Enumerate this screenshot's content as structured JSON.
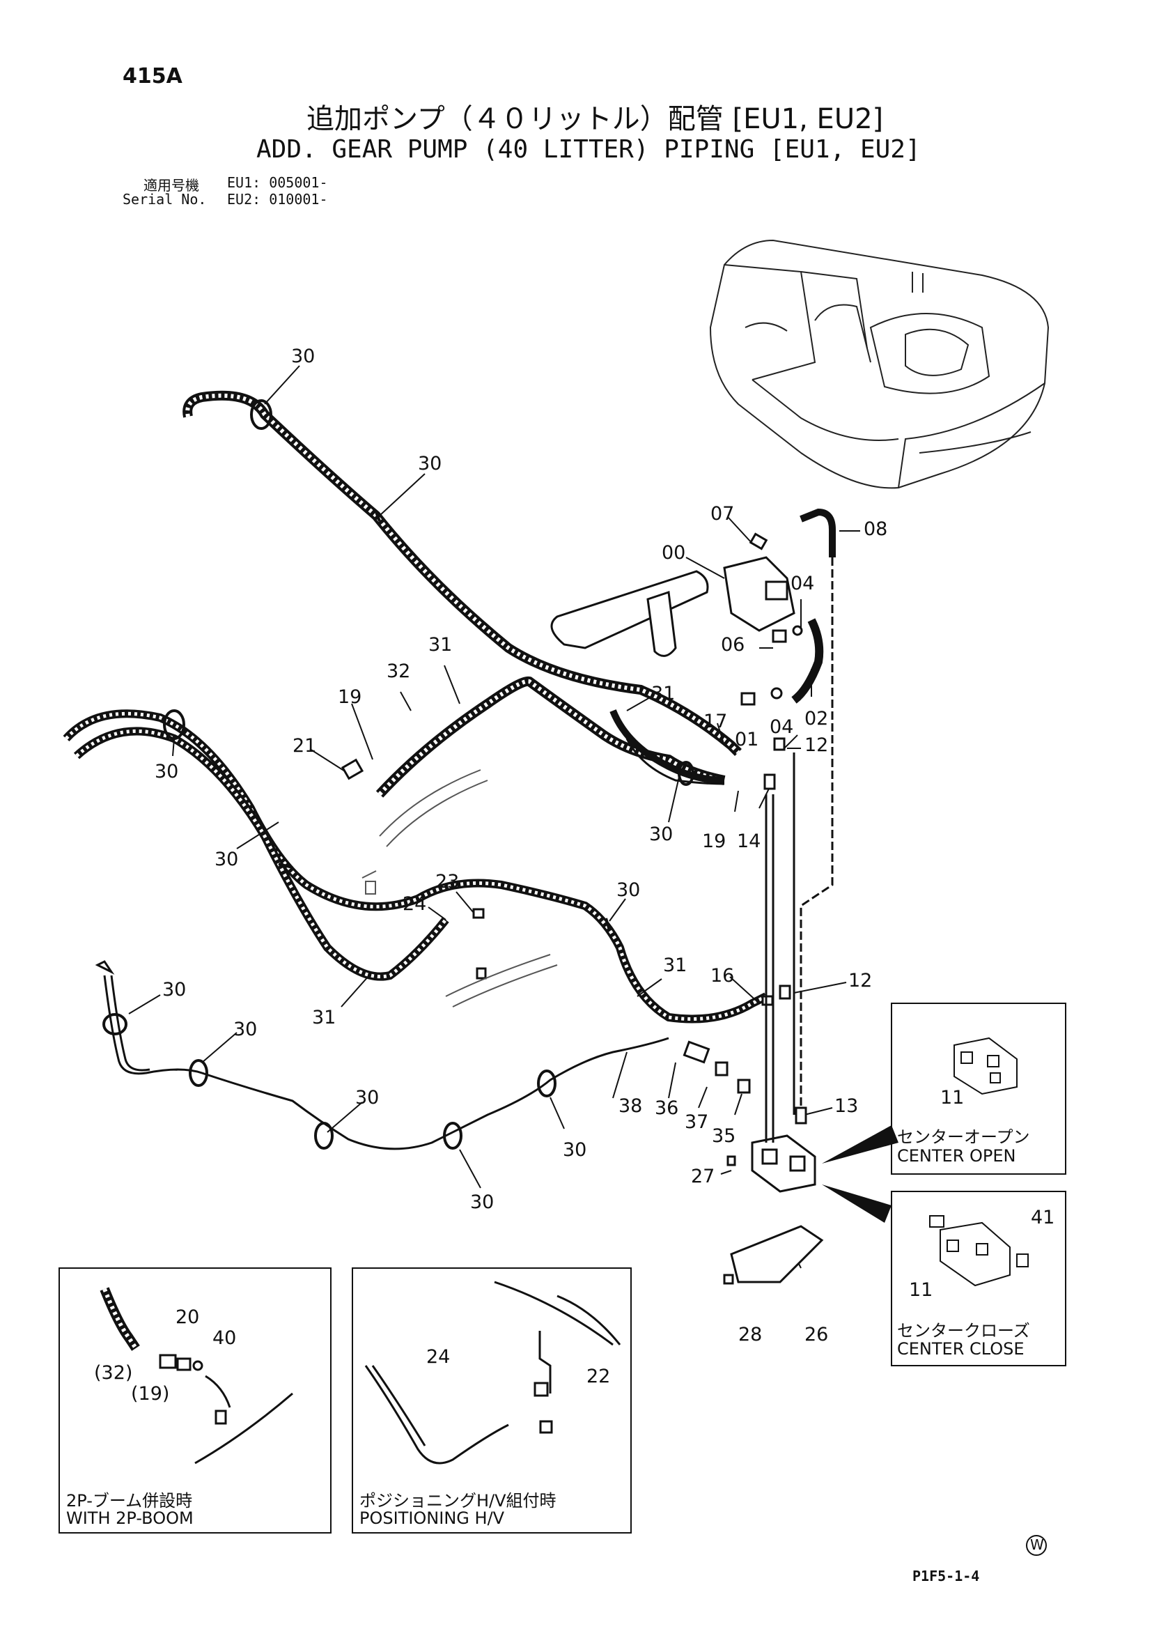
{
  "header": {
    "page_number": "415A",
    "title_ja": "追加ポンプ（４０リットル）配管 [EU1, EU2]",
    "title_en": "ADD. GEAR PUMP (40 LITTER) PIPING [EU1, EU2]",
    "serial_label_ja": "適用号機",
    "serial_label_en": "Serial No.",
    "serial_eu1": "EU1: 005001-",
    "serial_eu2": "EU2: 010001-"
  },
  "callouts": [
    {
      "id": "c1",
      "text": "30"
    },
    {
      "id": "c2",
      "text": "30"
    },
    {
      "id": "c3",
      "text": "07"
    },
    {
      "id": "c4",
      "text": "08"
    },
    {
      "id": "c5",
      "text": "00"
    },
    {
      "id": "c6",
      "text": "04"
    },
    {
      "id": "c7",
      "text": "06"
    },
    {
      "id": "c8",
      "text": "31"
    },
    {
      "id": "c9",
      "text": "32"
    },
    {
      "id": "c10",
      "text": "19"
    },
    {
      "id": "c11",
      "text": "31"
    },
    {
      "id": "c12",
      "text": "04"
    },
    {
      "id": "c13",
      "text": "02"
    },
    {
      "id": "c14",
      "text": "21"
    },
    {
      "id": "c15",
      "text": "17"
    },
    {
      "id": "c16",
      "text": "01"
    },
    {
      "id": "c17",
      "text": "12"
    },
    {
      "id": "c18",
      "text": "30"
    },
    {
      "id": "c19",
      "text": "30"
    },
    {
      "id": "c20",
      "text": "19"
    },
    {
      "id": "c21",
      "text": "14"
    },
    {
      "id": "c22",
      "text": "30"
    },
    {
      "id": "c23",
      "text": "23"
    },
    {
      "id": "c24",
      "text": "24"
    },
    {
      "id": "c25",
      "text": "30"
    },
    {
      "id": "c26",
      "text": "31"
    },
    {
      "id": "c27",
      "text": "16"
    },
    {
      "id": "c28",
      "text": "12"
    },
    {
      "id": "c29",
      "text": "30"
    },
    {
      "id": "c30",
      "text": "31"
    },
    {
      "id": "c31",
      "text": "30"
    },
    {
      "id": "c32",
      "text": "30"
    },
    {
      "id": "c33",
      "text": "38"
    },
    {
      "id": "c34",
      "text": "36"
    },
    {
      "id": "c35",
      "text": "37"
    },
    {
      "id": "c36",
      "text": "35"
    },
    {
      "id": "c37",
      "text": "13"
    },
    {
      "id": "c38",
      "text": "30"
    },
    {
      "id": "c39",
      "text": "27"
    },
    {
      "id": "c40",
      "text": "30"
    },
    {
      "id": "c41",
      "text": "11"
    },
    {
      "id": "c42",
      "text": "41"
    },
    {
      "id": "c43",
      "text": "11"
    },
    {
      "id": "c44",
      "text": "28"
    },
    {
      "id": "c45",
      "text": "26"
    },
    {
      "id": "c46",
      "text": "20"
    },
    {
      "id": "c47",
      "text": "40"
    },
    {
      "id": "c48",
      "text": "(32)"
    },
    {
      "id": "c49",
      "text": "(19)"
    },
    {
      "id": "c50",
      "text": "24"
    },
    {
      "id": "c51",
      "text": "22"
    }
  ],
  "insets": {
    "center_open": {
      "ja": "センターオープン",
      "en": "CENTER OPEN"
    },
    "center_close": {
      "ja": "センタークローズ",
      "en": "CENTER CLOSE"
    },
    "with_2p_boom": {
      "ja": "2P-ブーム併設時",
      "en": "WITH 2P-BOOM"
    },
    "positioning": {
      "ja": "ポジショニングH/V組付時",
      "en": "POSITIONING H/V"
    }
  },
  "footer": {
    "mark": "W",
    "code": "P1F5-1-4"
  }
}
